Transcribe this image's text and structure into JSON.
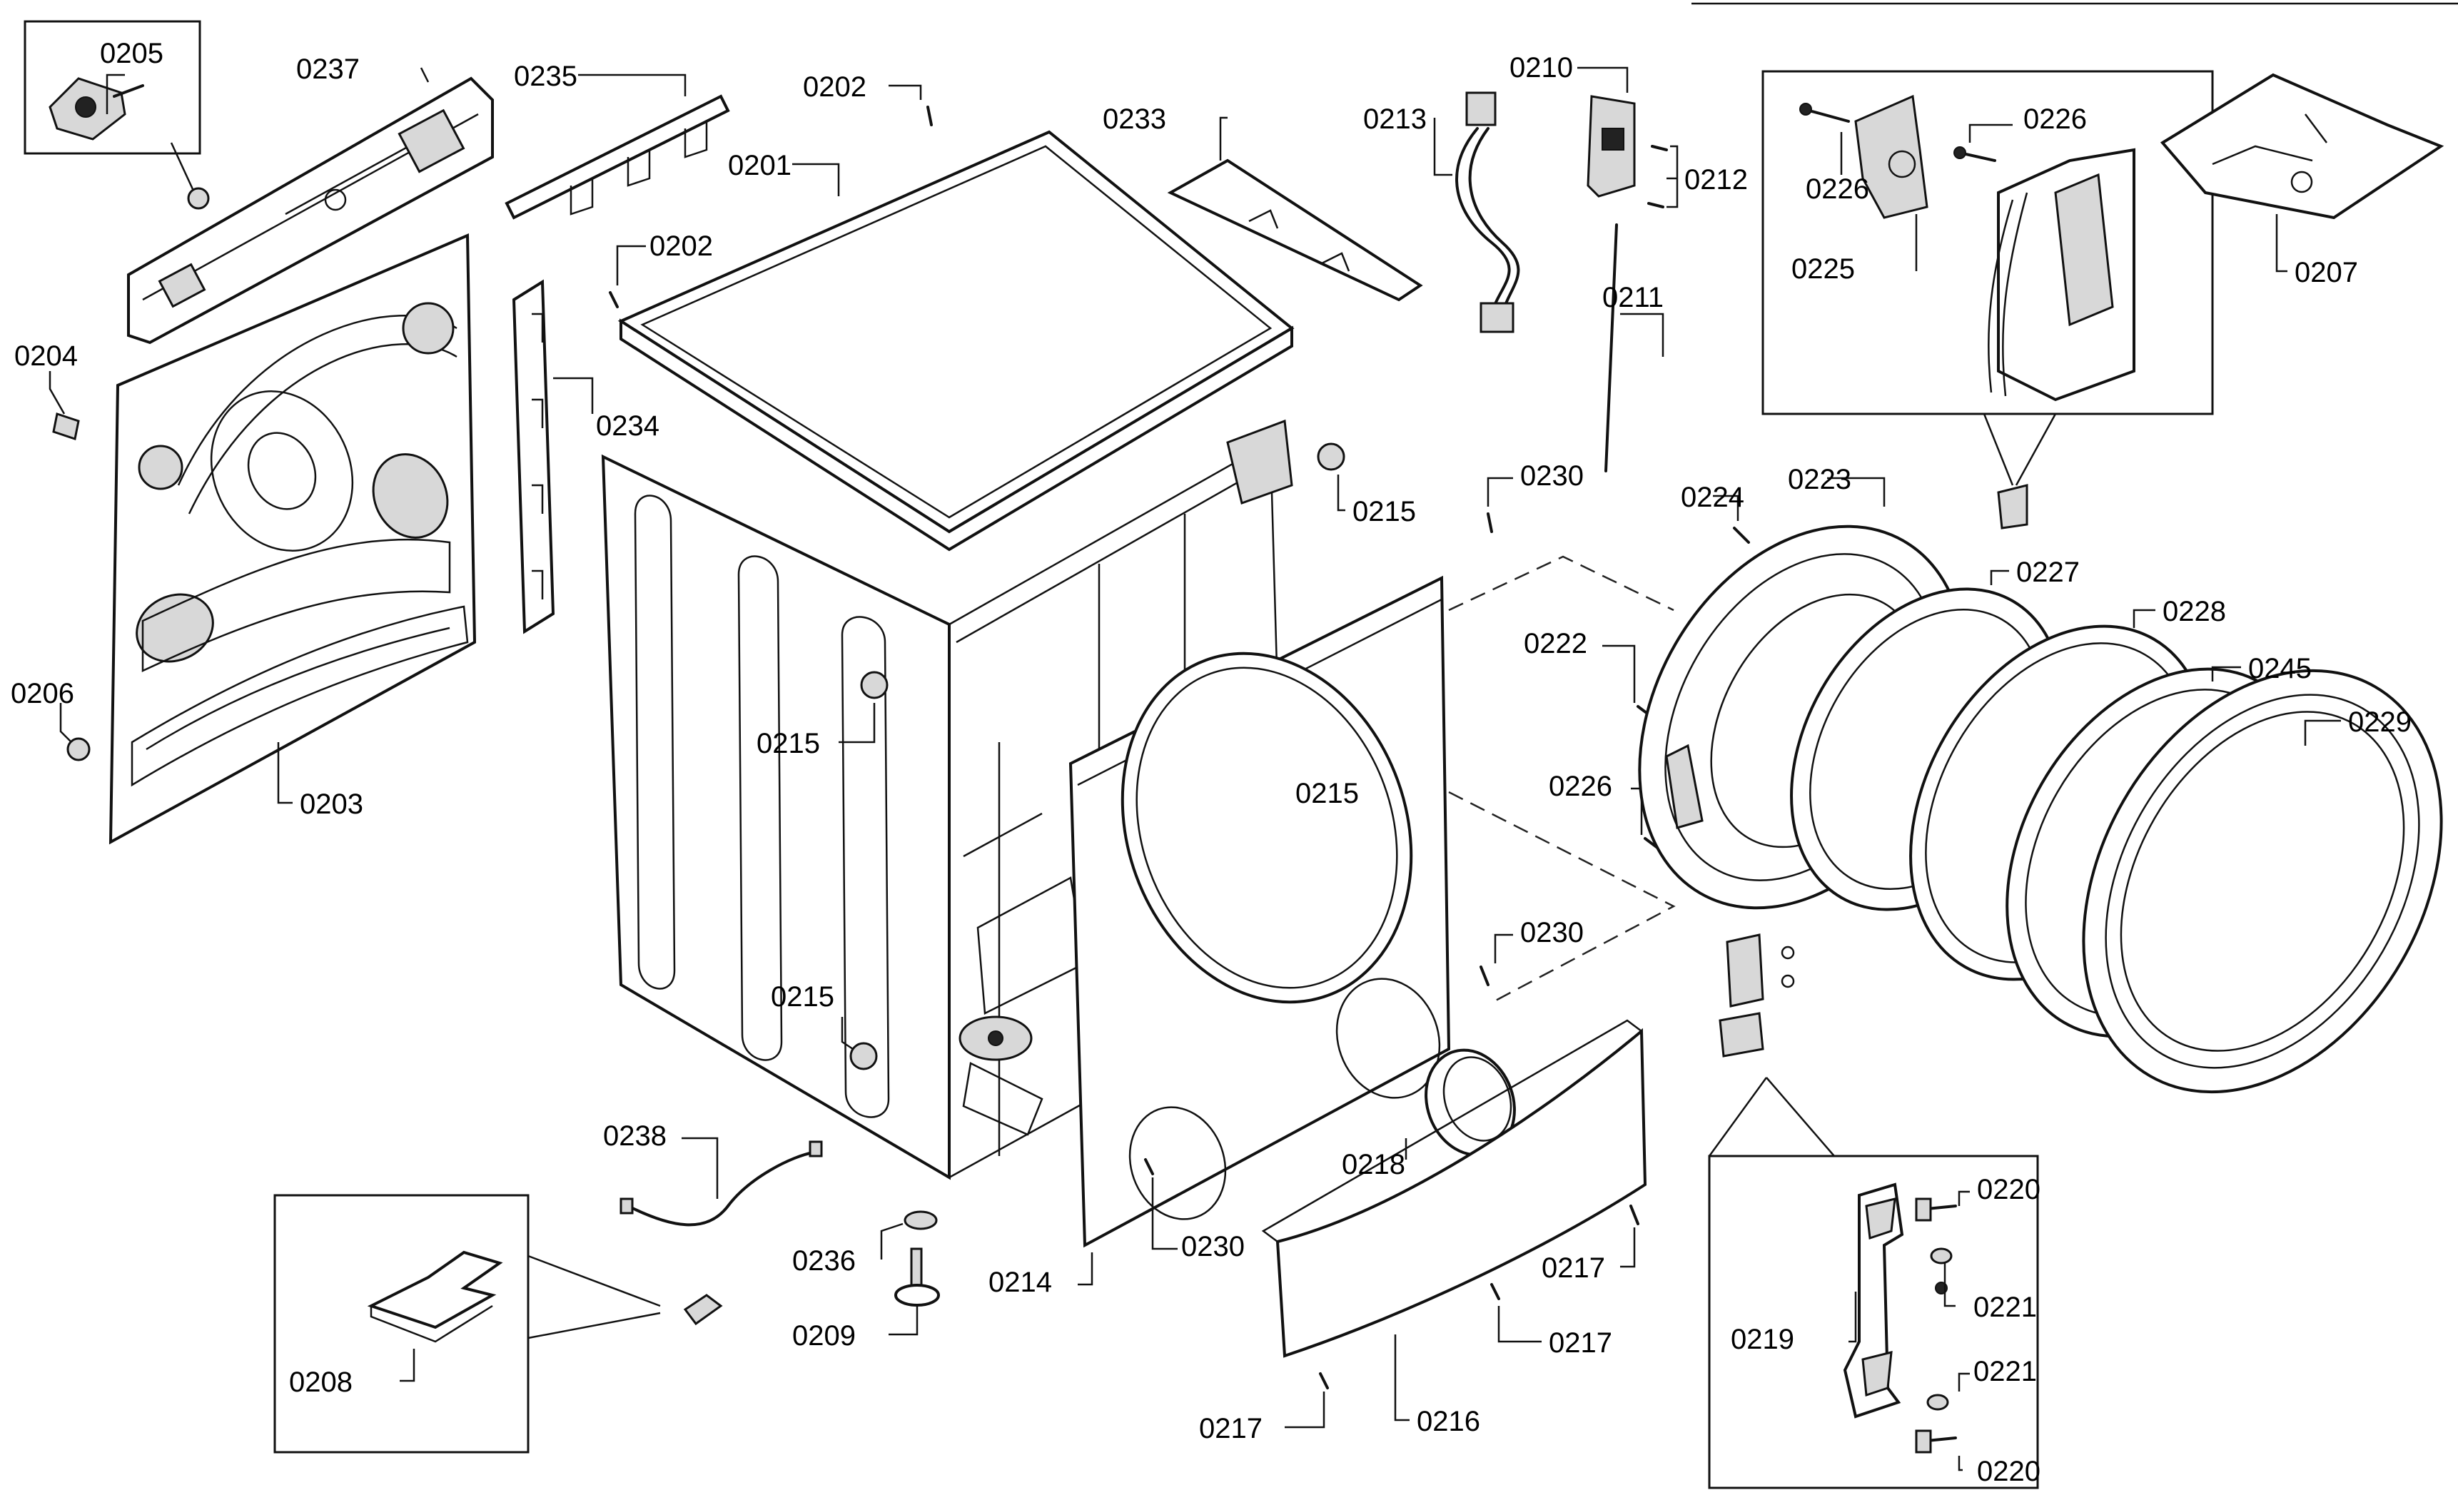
{
  "diagram": {
    "type": "exploded-parts-view",
    "callouts": {
      "c0205": "0205",
      "c0237": "0237",
      "c0235": "0235",
      "c0202a": "0202",
      "c0201": "0201",
      "c0202b": "0202",
      "c0233": "0233",
      "c0213": "0213",
      "c0210": "0210",
      "c0212": "0212",
      "c0211": "0211",
      "c0226a": "0226",
      "c0226b": "0226",
      "c0225": "0225",
      "c0207": "0207",
      "c0204": "0204",
      "c0234": "0234",
      "c0215a": "0215",
      "c0230a": "0230",
      "c0224": "0224",
      "c0223": "0223",
      "c0227": "0227",
      "c0228": "0228",
      "c0245": "0245",
      "c0229": "0229",
      "c0222": "0222",
      "c0206": "0206",
      "c0215b": "0215",
      "c0215c": "0215",
      "c0226c": "0226",
      "c0203": "0203",
      "c0230b": "0230",
      "c0215d": "0215",
      "c0238": "0238",
      "c0218": "0218",
      "c0220a": "0220",
      "c0230c": "0230",
      "c0236": "0236",
      "c0214": "0214",
      "c0217a": "0217",
      "c0221a": "0221",
      "c0219": "0219",
      "c0209": "0209",
      "c0217b": "0217",
      "c0208": "0208",
      "c0221b": "0221",
      "c0216": "0216",
      "c0217c": "0217",
      "c0220b": "0220"
    }
  }
}
